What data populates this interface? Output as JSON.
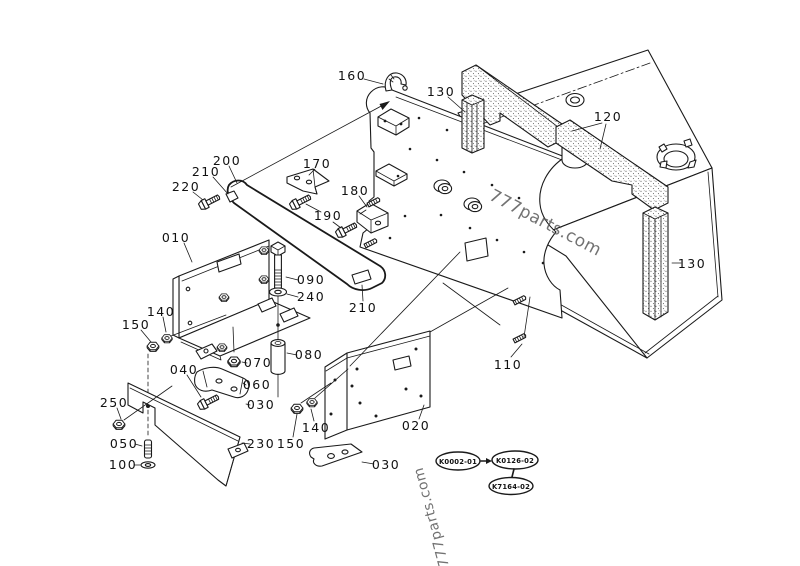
{
  "colors": {
    "background": "#ffffff",
    "line": "#1a1a1a",
    "watermark": "#5a5a5a"
  },
  "watermark": {
    "text": "777parts.com"
  },
  "callouts": [
    {
      "part": "160"
    },
    {
      "part": "130"
    },
    {
      "part": "120"
    },
    {
      "part": "130"
    },
    {
      "part": "200"
    },
    {
      "part": "210"
    },
    {
      "part": "220"
    },
    {
      "part": "170"
    },
    {
      "part": "190"
    },
    {
      "part": "180"
    },
    {
      "part": "010"
    },
    {
      "part": "090"
    },
    {
      "part": "240"
    },
    {
      "part": "210"
    },
    {
      "part": "150"
    },
    {
      "part": "140"
    },
    {
      "part": "040"
    },
    {
      "part": "070"
    },
    {
      "part": "060"
    },
    {
      "part": "030"
    },
    {
      "part": "080"
    },
    {
      "part": "250"
    },
    {
      "part": "050"
    },
    {
      "part": "100"
    },
    {
      "part": "230"
    },
    {
      "part": "150"
    },
    {
      "part": "140"
    },
    {
      "part": "030"
    },
    {
      "part": "020"
    },
    {
      "part": "110"
    }
  ],
  "ref_chart": {
    "nodes": [
      {
        "code": "K0002-01"
      },
      {
        "code": "K0126-02"
      },
      {
        "code": "K7164-02"
      }
    ]
  }
}
